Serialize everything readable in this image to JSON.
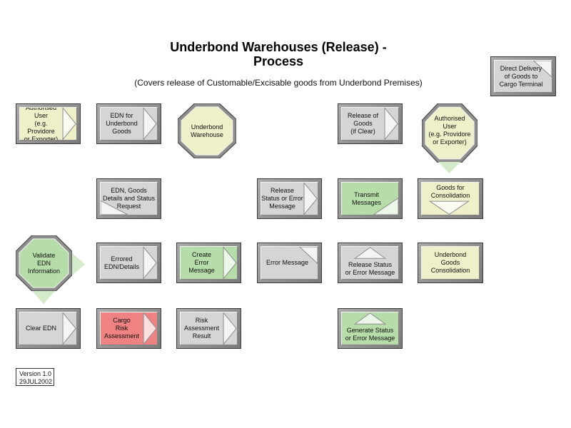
{
  "title": {
    "line1": "Underbond Warehouses (Release) -",
    "line2": "Process"
  },
  "subtitle": "(Covers release of Customable/Excisable goods from Underbond Premises)",
  "colors": {
    "neutral_fill": "#d5d5d5",
    "actor_fill": "#efefca",
    "system_fill": "#b6dda9",
    "risk_fill": "#ef8282",
    "connector_fill": "#d3ebc9"
  },
  "nodes": {
    "direct_delivery": "Direct Delivery\nof Goods to\nCargo Terminal",
    "authorised_user_source": "Authorised\nUser\n(e.g. Providore\nor Exporter)",
    "edn_for_underbond_goods": "EDN for\nUnderbond\nGoods",
    "underbond_warehouse": "Underbond\nWarehouse",
    "release_of_goods": "Release of\nGoods\n(if Clear)",
    "authorised_user_receiver": "Authorised\nUser\n(e.g. Providore\nor Exporter)",
    "edn_goods_details_request": "EDN, Goods\nDetails and Status\nRequest",
    "release_status_or_error_sent": "Release\nStatus or Error\nMessage",
    "transmit_messages": "Transmit\nMessages",
    "goods_for_consolidation": "Goods for\nConsolidation",
    "validate_edn_information": "Validate\nEDN\nInformation",
    "errored_edn_details": "Errored\nEDN/Details",
    "create_error_message": "Create\nError Message",
    "error_message": "Error Message",
    "release_status_or_error_received": "Release Status\nor Error Message",
    "underbond_goods_consolidation": "Underbond\nGoods\nConsolidation",
    "clear_edn": "Clear EDN",
    "cargo_risk_assessment": "Cargo\nRisk\nAssessment",
    "risk_assessment_result": "Risk\nAssessment\nResult",
    "generate_status_or_error": "Generate Status\nor Error Message"
  },
  "version": {
    "number": "Version 1.0",
    "date": "29JUL2002"
  }
}
